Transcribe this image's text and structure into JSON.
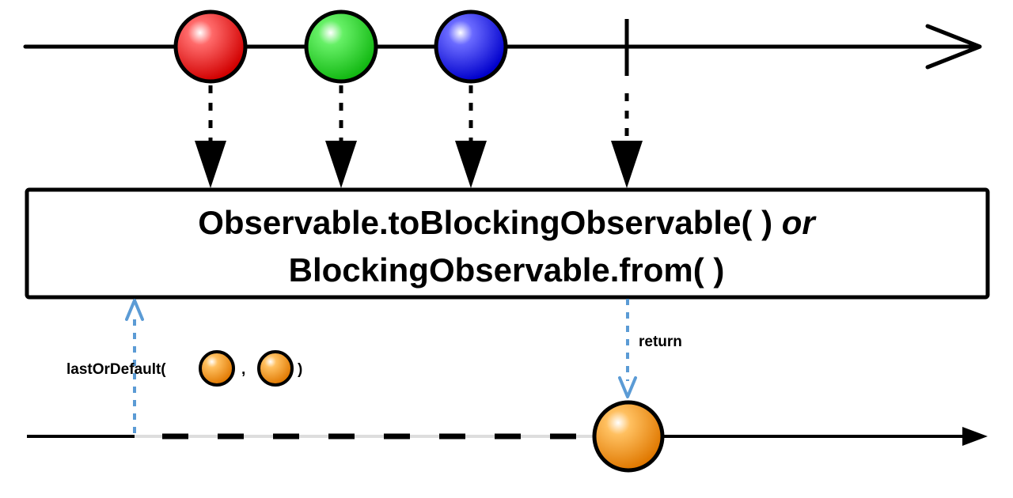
{
  "operator": {
    "line1": "Observable.toBlockingObservable( )",
    "line1_or": "or",
    "line2": "BlockingObservable.from( )"
  },
  "call": {
    "label": "lastOrDefault(",
    "separator": ",",
    "close": ")"
  },
  "return_label": "return",
  "colors": {
    "red": "#e8262a",
    "green": "#2ad42a",
    "blue": "#2a2ae8",
    "orange": "#f39c1a",
    "arrow_blue": "#5b9bd5"
  },
  "input_items": [
    "red",
    "green",
    "blue"
  ],
  "output_item": "orange"
}
